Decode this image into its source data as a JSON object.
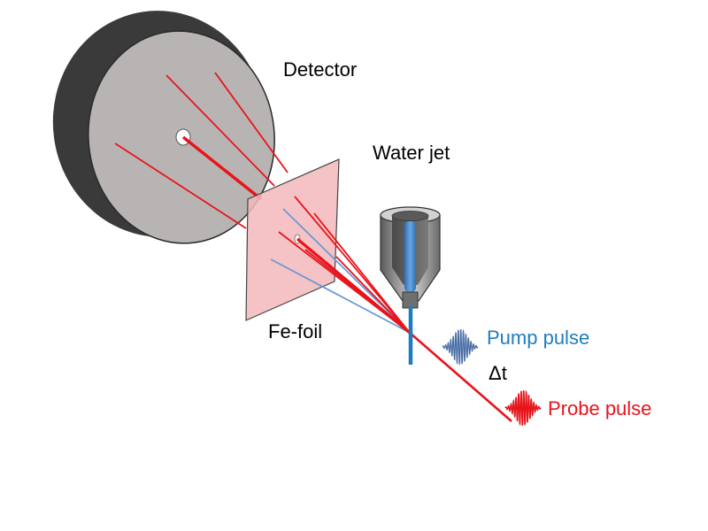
{
  "labels": {
    "detector": "Detector",
    "water_jet": "Water jet",
    "fe_foil": "Fe-foil",
    "pump_pulse": "Pump pulse",
    "delta_t": "Δt",
    "probe_pulse": "Probe pulse"
  },
  "colors": {
    "probe_red": "#e8141b",
    "pump_blue": "#1e7dbf",
    "pump_wave": "#4a6fa5",
    "detector_face": "#b8b4b4",
    "detector_rim": "#3a3a3a",
    "foil_pink": "#f3b8bb",
    "nozzle_grey": "#8c8c8c",
    "jet_blue": "#4a8bd0"
  },
  "icons": [
    "detector-disk",
    "fe-foil-plane",
    "water-jet-nozzle",
    "pump-wave-packet",
    "probe-wave-packet"
  ]
}
